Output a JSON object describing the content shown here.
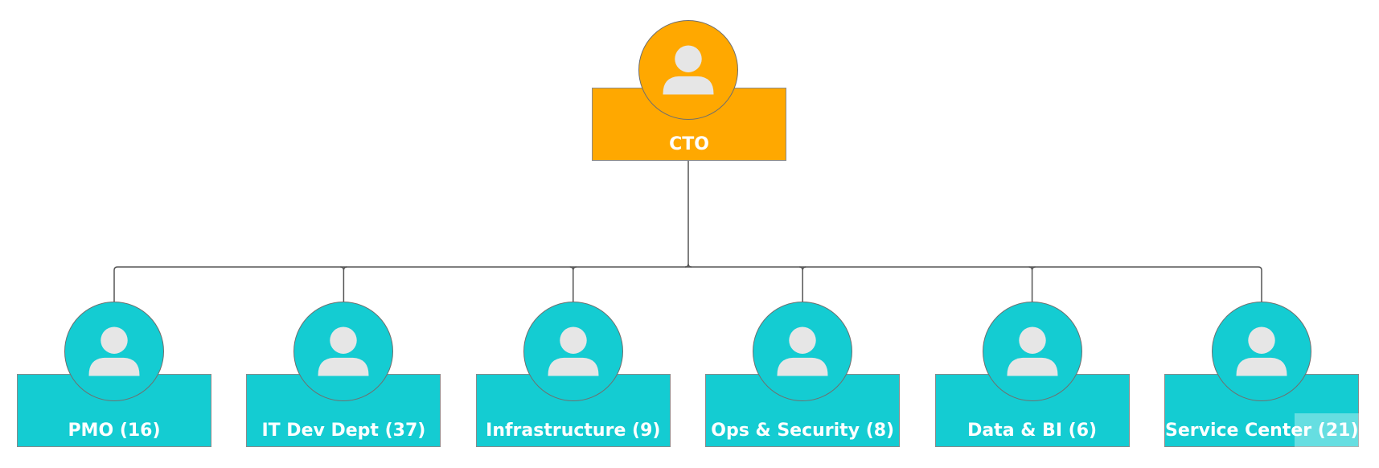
{
  "colors": {
    "root": "#FFA800",
    "child": "#14CCD2",
    "line": "#555555",
    "avatar_fill": "#E6E6E6"
  },
  "root": {
    "label": "CTO",
    "icon": "person-icon"
  },
  "departments": [
    {
      "label": "PMO (16)",
      "icon": "person-icon"
    },
    {
      "label": "IT Dev Dept (37)",
      "icon": "person-icon"
    },
    {
      "label": "Infrastructure (9)",
      "icon": "person-icon"
    },
    {
      "label": "Ops & Security (8)",
      "icon": "person-icon"
    },
    {
      "label": "Data & BI (6)",
      "icon": "person-icon"
    },
    {
      "label": "Service Center (21)",
      "icon": "person-icon"
    }
  ]
}
